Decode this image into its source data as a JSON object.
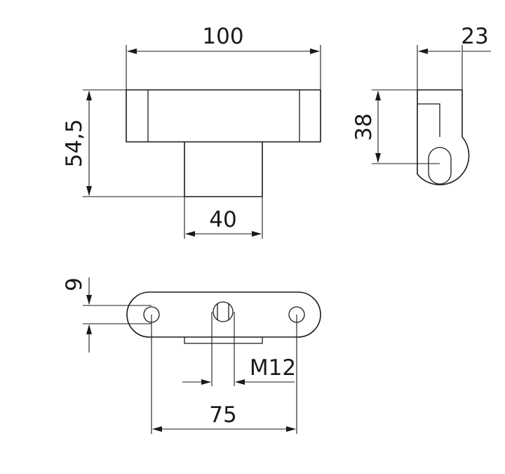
{
  "dimensions": {
    "top_width": "100",
    "top_height": "54,5",
    "stem_width": "40",
    "side_width": "23",
    "side_height": "38",
    "bottom_thickness": "9",
    "thread": "M12",
    "hole_spacing": "75"
  }
}
